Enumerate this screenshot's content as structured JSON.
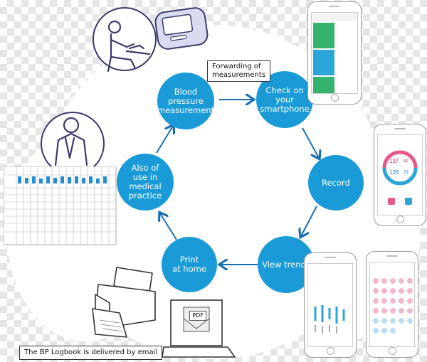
{
  "nodes": {
    "bp_measurement": "Blood\npressure\nmeasurement",
    "check_smartphone": "Check on your\nsmartphone",
    "record": "Record",
    "view_trends": "View trends",
    "print_home": "Print\nat home",
    "medical_practice": "Also of\nuse in\nmedical\npractice"
  },
  "labels": {
    "forwarding": "Forwarding of\nmeasurements",
    "logbook_email": "The BP Logbook is delivered by email"
  },
  "icons": {
    "pdf": "PDF",
    "record_screen_values": [
      "137",
      "82",
      "126",
      "79"
    ]
  },
  "colors": {
    "node": "#1a9bd7",
    "arrow": "#1a6fb3",
    "outline": "#3a3a6a"
  }
}
